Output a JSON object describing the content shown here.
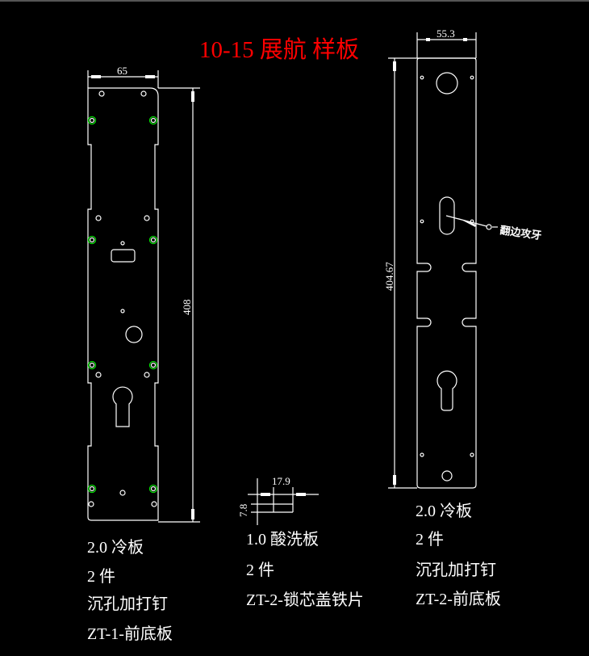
{
  "title": "10-15 展航 样板",
  "colors": {
    "background": "#000000",
    "lines": "#ffffff",
    "title": "#ff0000",
    "countersink": "#00e000"
  },
  "left_part": {
    "width_dim": "65",
    "height_dim": "408",
    "notes": [
      "2.0 冷板",
      "2 件",
      "沉孔加打钉",
      "ZT-1-前底板"
    ]
  },
  "middle_part": {
    "width_dim": "17.9",
    "height_dim": "7.8",
    "notes": [
      "1.0 酸洗板",
      "2 件",
      "ZT-2-锁芯盖铁片"
    ]
  },
  "right_part": {
    "width_dim": "55.3",
    "height_dim": "404.67",
    "annotation": "翻边攻牙",
    "notes": [
      "2.0 冷板",
      "2 件",
      "沉孔加打钉",
      "ZT-2-前底板"
    ]
  }
}
